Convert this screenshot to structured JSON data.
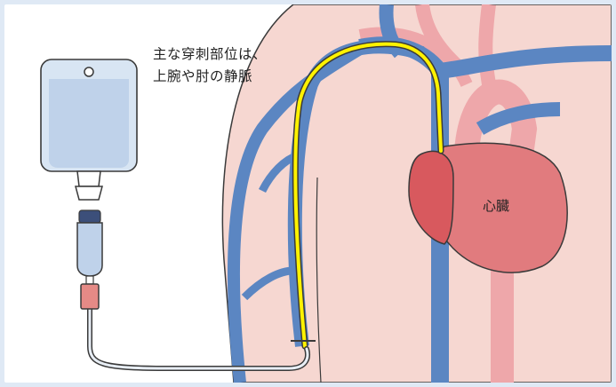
{
  "caption": {
    "line1": "主な穿刺部位は、",
    "line2": "上腕や肘の静脈"
  },
  "labels": {
    "heart": "心臓"
  },
  "colors": {
    "skin": "#f6d7d1",
    "skin_outline": "#3a3a3a",
    "vein": "#5b86c2",
    "artery": "#eea7aa",
    "heart": "#e17b7e",
    "catheter": "#fff200",
    "iv_bag": "#d8e5f3",
    "iv_fluid": "#bfd2ea",
    "connector": "#e58a86",
    "background": "#dfe9f5"
  },
  "icons": [
    "iv-bag-icon",
    "drip-chamber-icon",
    "catheter-line-icon",
    "heart-icon"
  ]
}
